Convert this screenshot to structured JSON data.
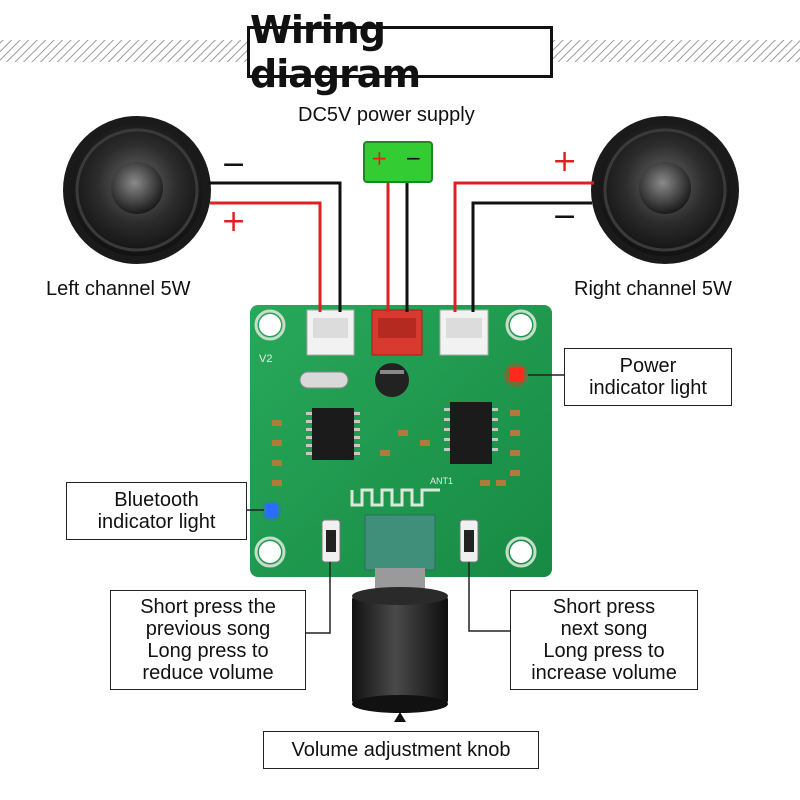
{
  "title": "Wiring diagram",
  "labels": {
    "power_supply": "DC5V power supply",
    "left_channel": "Left channel 5W",
    "right_channel": "Right channel 5W",
    "power_indicator": [
      "Power",
      "indicator light"
    ],
    "bluetooth_indicator": [
      "Bluetooth",
      "indicator light"
    ],
    "prev_button": [
      "Short press the",
      "previous song",
      "Long press to",
      "reduce volume"
    ],
    "next_button": [
      "Short press",
      "next song",
      "Long press to",
      "increase volume"
    ],
    "volume_knob": "Volume adjustment knob"
  },
  "polarity": {
    "plus": "+",
    "minus": "−"
  },
  "board": {
    "version": "V2",
    "antenna": "ANT1"
  },
  "colors": {
    "board": "#1e9a4e",
    "wire_positive": "#e02020",
    "wire_negative": "#111111",
    "power_module": "#33cc33",
    "connector_red": "#d93a2f",
    "power_led": "#ff2a1a",
    "bluetooth_led": "#2a6cff"
  },
  "icons": [
    "speaker-icon",
    "knob-icon"
  ]
}
